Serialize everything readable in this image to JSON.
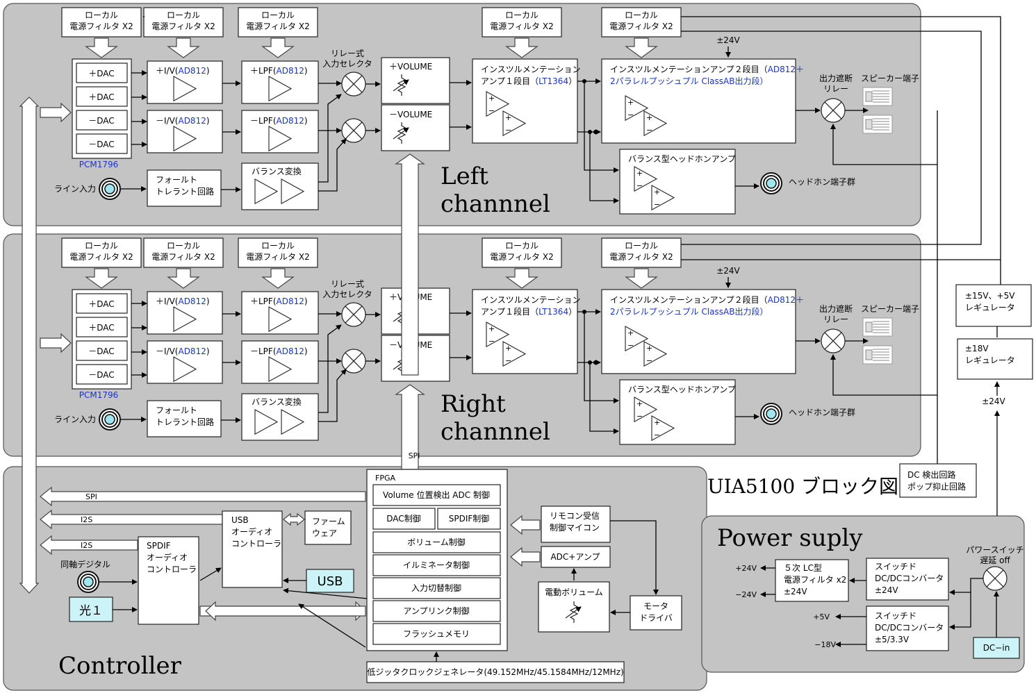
{
  "title": "UIA5100 ブロック図",
  "panels": {
    "left": "Left\nchannnel",
    "right": "Right\nchannnel",
    "controller": "Controller",
    "power": "Power suply"
  },
  "filter_label": "ローカル\n電源フィルタ X2",
  "dac": {
    "pdac": "＋DAC",
    "mdac": "－DAC",
    "chip": "PCM1796"
  },
  "iv": {
    "plus": "＋I/V(",
    "minus": "－I/V(",
    "chip": "AD812",
    "close": ")"
  },
  "lpf": {
    "plus": "＋LPF(",
    "minus": "－LPF(",
    "chip": "AD812",
    "close": ")"
  },
  "relay_selector": "リレー式\n入力セレクタ",
  "volume": {
    "plus": "＋VOLUME",
    "minus": "－VOLUME"
  },
  "inamp1": {
    "line1": "インスツルメンテーション",
    "line2": "アンプ１段目（",
    "chip": "LT1364",
    "close": "）"
  },
  "inamp2": {
    "line1a": "インスツルメンテーションアンプ２段目（",
    "chip": "AD812＋",
    "line2": "2パラレルプッシュプル ClassAB出力段）"
  },
  "pm24": "±24V",
  "output_relay": "出力遮断\nリレー",
  "speaker": "スピーカー端子",
  "hp_amp": "バランス型ヘッドホンアンプ",
  "hp_jack": "ヘッドホン端子群",
  "fault": "フォールト\nトレラント回路",
  "balance": "バランス変換",
  "line_in": "ライン入力",
  "spi": "SPI",
  "i2s": "I2S",
  "fpga": {
    "title": "FPGA",
    "blocks": [
      "Volume 位置検出 ADC 制御",
      "DAC制御",
      "SPDIF制御",
      "ボリューム制御",
      "イルミネータ制御",
      "入力切替制御",
      "アンプリンク制御",
      "フラッシュメモリ"
    ]
  },
  "usb_ctrl": "USB\nオーディオ\nコントローラ",
  "firmware": "ファーム\nウェア",
  "usb": "USB",
  "spdif_ctrl": "SPDIF\nオーディオ\nコントローラ",
  "coax": "同軸デジタル",
  "optical": "光１",
  "remote": "リモコン受信\n制御マイコン",
  "adc_amp": "ADC+アンプ",
  "motor_vol": "電動ボリューム",
  "motor_drv": "モータ\nドライバ",
  "clock": "低ジッタクロックジェネレータ(49.152MHz/45.1584MHz/12MHz)",
  "reg15": "±15V、+5V\nレギュレータ",
  "reg18": "±18V\nレギュレータ",
  "dc_detect": "DC 検出回路\nポップ抑止回路",
  "power": {
    "lc_filter": "５次 LC型\n電源フィルタ x2\n±24V",
    "dcdc1": "スイッチド\nDC/DCコンバータ\n±24V",
    "dcdc2": "スイッチド\nDC/DCコンバータ\n±5/3.3V",
    "p24": "+24V",
    "m24": "−24V",
    "p5": "+5V",
    "m18": "−18V",
    "power_switch": "パワースイッチ\n遅延 off",
    "dc_in": "DC−in"
  }
}
